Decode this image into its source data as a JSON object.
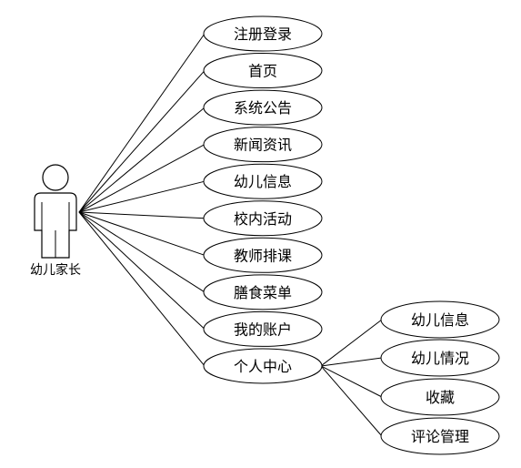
{
  "actor": {
    "label": "幼儿家长"
  },
  "use_cases": [
    {
      "id": "register",
      "label": "注册登录"
    },
    {
      "id": "home",
      "label": "首页"
    },
    {
      "id": "notice",
      "label": "系统公告"
    },
    {
      "id": "news",
      "label": "新闻资讯"
    },
    {
      "id": "child-info",
      "label": "幼儿信息"
    },
    {
      "id": "campus",
      "label": "校内活动"
    },
    {
      "id": "schedule",
      "label": "教师排课"
    },
    {
      "id": "menu",
      "label": "膳食菜单"
    },
    {
      "id": "account",
      "label": "我的账户"
    },
    {
      "id": "personal",
      "label": "个人中心"
    }
  ],
  "sub_use_cases": [
    {
      "id": "sub-child-info",
      "label": "幼儿信息"
    },
    {
      "id": "sub-child-status",
      "label": "幼儿情况"
    },
    {
      "id": "sub-favorites",
      "label": "收藏"
    },
    {
      "id": "sub-comments",
      "label": "评论管理"
    }
  ]
}
